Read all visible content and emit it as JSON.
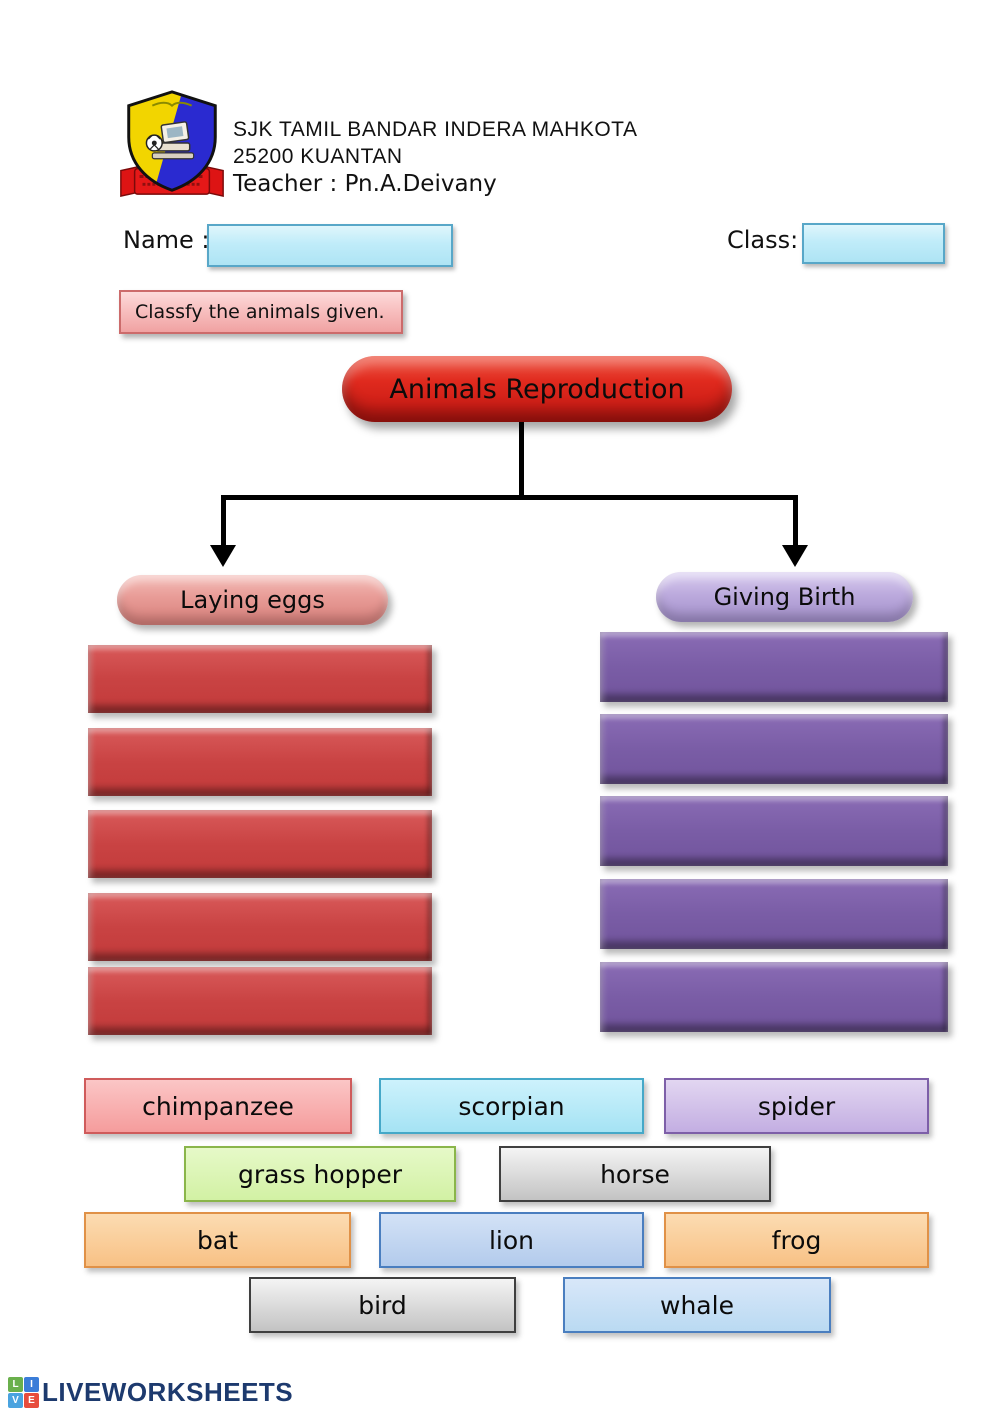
{
  "header": {
    "school_line1": "SJK TAMIL BANDAR INDERA MAHKOTA",
    "school_line2": "25200 KUANTAN",
    "teacher_line": "Teacher : Pn.A.Deivany",
    "badge_colors": {
      "yellow": "#f2d500",
      "blue": "#2a2ad0",
      "ribbon_red": "#dd1414"
    }
  },
  "form": {
    "name_label": "Name :",
    "name_value": "",
    "class_label": "Class:",
    "class_value": ""
  },
  "instruction_text": "Classfy the animals given.",
  "diagram": {
    "root_label": "Animals Reproduction",
    "left_branch": {
      "label": "Laying eggs",
      "slot_count": 5
    },
    "right_branch": {
      "label": "Giving Birth",
      "slot_count": 5
    },
    "colors": {
      "root_box": "#d42020",
      "left_pill": "#e29490",
      "right_pill": "#b9a6d9",
      "left_slot": "#c94343",
      "right_slot": "#7a5da6",
      "connector": "#000000"
    }
  },
  "word_bank": [
    {
      "label": "chimpanzee",
      "bg": "#fbc6c6",
      "bg2": "#f59c9c",
      "border": "#cf5b5b"
    },
    {
      "label": "scorpian",
      "bg": "#cdf2fc",
      "bg2": "#a5e3f4",
      "border": "#45a8c8"
    },
    {
      "label": "spider",
      "bg": "#e2d6f1",
      "bg2": "#c3aee2",
      "border": "#7d5fa8"
    },
    {
      "label": "grass hopper",
      "bg": "#e6f9c8",
      "bg2": "#d2f1a4",
      "border": "#8ab54a"
    },
    {
      "label": "horse",
      "bg": "#f4f4f4",
      "bg2": "#c3c3c3",
      "border": "#3f3f3f"
    },
    {
      "label": "bat",
      "bg": "#fcdcb2",
      "bg2": "#f8c185",
      "border": "#e09147"
    },
    {
      "label": "lion",
      "bg": "#d3e2f6",
      "bg2": "#b3cbec",
      "border": "#4a7ebf"
    },
    {
      "label": "frog",
      "bg": "#fcdcb2",
      "bg2": "#f8c185",
      "border": "#e09147"
    },
    {
      "label": "bird",
      "bg": "#f4f4f4",
      "bg2": "#c3c3c3",
      "border": "#3f3f3f"
    },
    {
      "label": "whale",
      "bg": "#d8e7f9",
      "bg2": "#badaf2",
      "border": "#4a7ebf"
    }
  ],
  "footer": {
    "brand_text": "LIVEWORKSHEETS",
    "icon_letters": [
      "L",
      "I",
      "V",
      "E"
    ],
    "icon_colors": [
      "#6ab04c",
      "#3b7dd8",
      "#4aa3df",
      "#e74c3c"
    ],
    "brand_color": "#1d3a6e"
  }
}
